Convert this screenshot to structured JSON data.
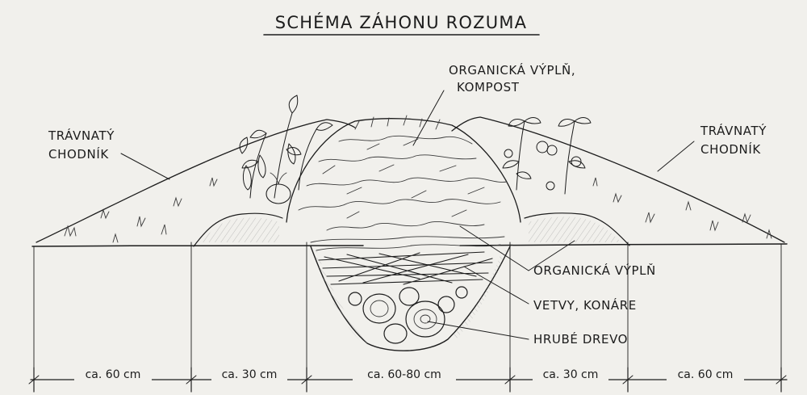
{
  "title": "SCHÉMA ZÁHONU ROZUMA",
  "labels": {
    "lawn_left_1": "TRÁVNATÝ",
    "lawn_left_2": "CHODNÍK",
    "lawn_right_1": "TRÁVNATÝ",
    "lawn_right_2": "CHODNÍK",
    "compost_1": "ORGANICKÁ VÝPLŇ,",
    "compost_2": "KOMPOST",
    "organic_fill": "ORGANICKÁ VÝPLŇ",
    "branches": "VETVY, KONÁRE",
    "logs": "HRUBÉ DREVO"
  },
  "dimensions": [
    "ca. 60 cm",
    "ca. 30 cm",
    "ca. 60-80 cm",
    "ca. 30 cm",
    "ca. 60 cm"
  ],
  "colors": {
    "paper": "#f1f0ec",
    "ink": "#1d1d1d"
  }
}
